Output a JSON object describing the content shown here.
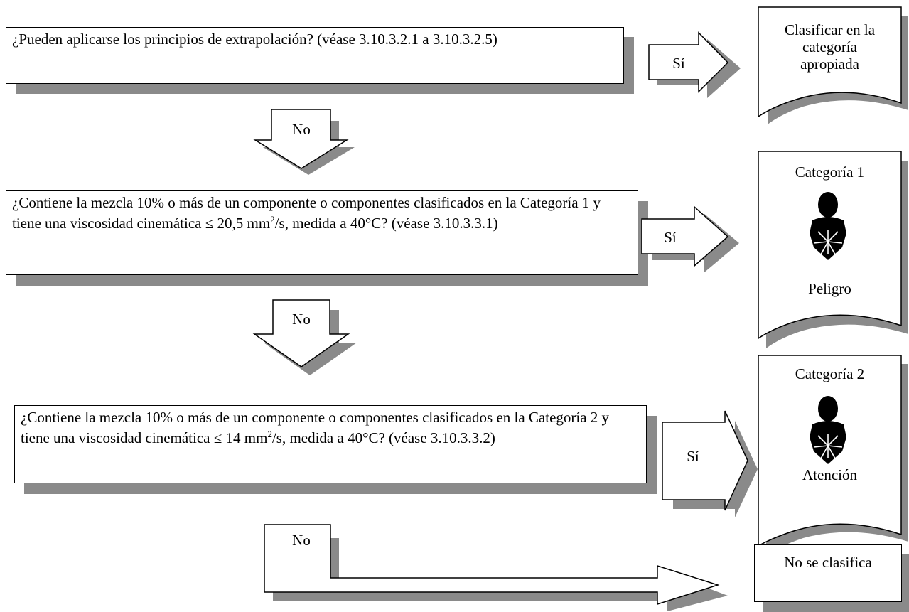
{
  "questions": {
    "q1": "¿Pueden aplicarse los principios de extrapolación? (véase 3.10.3.2.1 a 3.10.3.2.5)",
    "q2_part1": "¿Contiene la mezcla 10% o más de un componente o componentes clasificados en la Categoría 1 y tiene una viscosidad cinemática ≤ 20,5  mm",
    "q2_sup": "2",
    "q2_part2": "/s,  medida a 40°C? (véase 3.10.3.3.1)",
    "q3_part1": "¿Contiene la mezcla 10% o más de un componente o componentes clasificados en la Categoría 2 y tiene una viscosidad cinemática ≤ 14 mm",
    "q3_sup": "2",
    "q3_part2": "/s,  medida a 40°C? (véase 3.10.3.3.2)"
  },
  "arrows": {
    "yes1": "Sí",
    "yes2": "Sí",
    "yes3": "Sí",
    "no1": "No",
    "no2": "No",
    "no3": "No"
  },
  "outcomes": {
    "classify_line1": "Clasificar en la",
    "classify_line2": "categoría",
    "classify_line3": "apropiada",
    "cat1_title": "Categoría 1",
    "cat1_signal": "Peligro",
    "cat2_title": "Categoría 2",
    "cat2_signal": "Atención",
    "not_classified": "No se clasifica"
  },
  "colors": {
    "shadow": "#8a8a8a",
    "border": "#000000",
    "pictogram": "#000000"
  },
  "icons": [
    "health-hazard-icon"
  ]
}
